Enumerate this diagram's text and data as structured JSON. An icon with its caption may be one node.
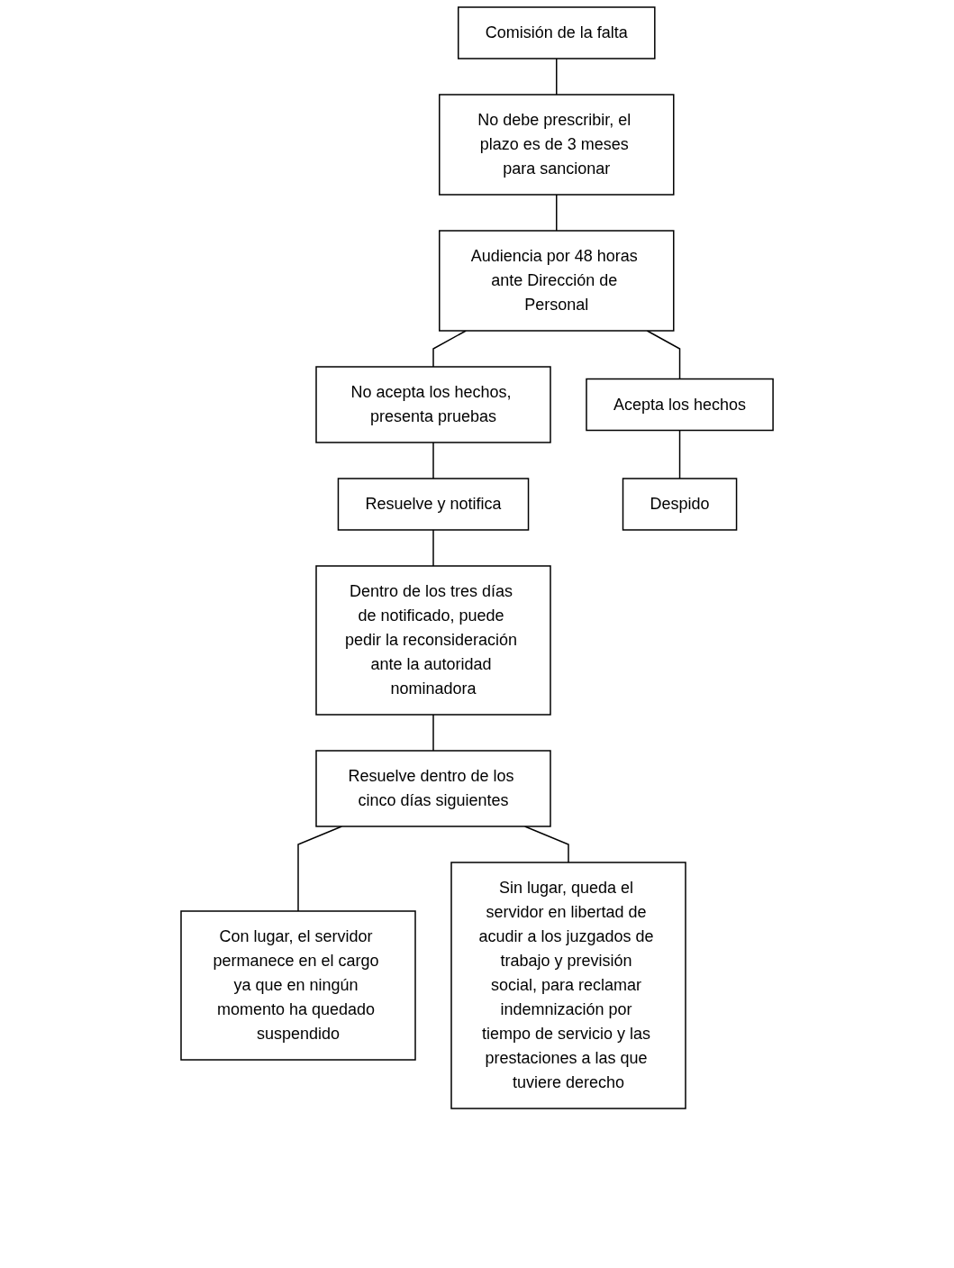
{
  "diagram": {
    "nodes": [
      {
        "text": [
          "Comisión de la falta"
        ]
      },
      {
        "text": [
          "No debe prescribir, el plazo es de 3 meses para sancionar"
        ]
      },
      {
        "text": [
          "Audiencia por 48 horas ante Dirección de Personal"
        ]
      },
      {
        "text": [
          "No acepta los hechos, presenta pruebas"
        ]
      },
      {
        "text": [
          "Acepta los hechos"
        ]
      },
      {
        "text": [
          "Resuelve y notifica"
        ]
      },
      {
        "text": [
          "Despido"
        ]
      },
      {
        "text": [
          "Dentro de los tres días de notificado, puede pedir la reconsideración ante la autoridad nominadora"
        ]
      },
      {
        "text": [
          "Resuelve dentro de los cinco días siguientes"
        ]
      },
      {
        "text": [
          "Con lugar, el servidor permanece en el cargo ya que en ningún momento ha quedado suspendido"
        ]
      },
      {
        "text": [
          "Sin lugar, queda el servidor en libertad de acudir a los juzgados de trabajo y previsión social, para reclamar indemnización por tiempo de servicio y las prestaciones a las que tuviere derecho"
        ]
      }
    ],
    "edges": [
      {
        "from": 0,
        "to": 1,
        "arrow": "none"
      },
      {
        "from": 1,
        "to": 2,
        "arrow": "none"
      },
      {
        "from": 2,
        "to": 3,
        "arrow": "none"
      },
      {
        "from": 2,
        "to": 4,
        "arrow": "none"
      },
      {
        "from": 3,
        "to": 5,
        "arrow": "none"
      },
      {
        "from": 4,
        "to": 6,
        "arrow": "none"
      },
      {
        "from": 5,
        "to": 7,
        "arrow": "none"
      },
      {
        "from": 7,
        "to": 8,
        "arrow": "none"
      },
      {
        "from": 8,
        "to": 9,
        "arrow": "none"
      },
      {
        "from": 8,
        "to": 10,
        "arrow": "none"
      }
    ]
  }
}
